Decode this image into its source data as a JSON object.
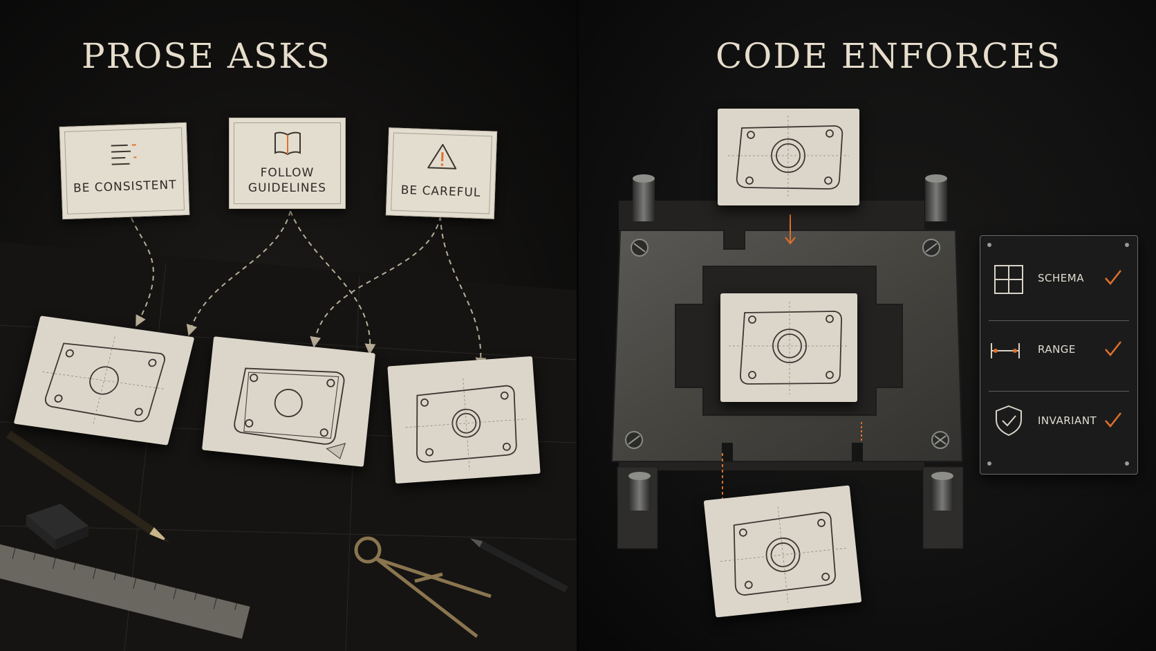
{
  "left_panel": {
    "title": "PROSE ASKS",
    "instruction_cards": [
      {
        "label": "BE CONSISTENT",
        "icon": "lines-icon"
      },
      {
        "label": "FOLLOW GUIDELINES",
        "icon": "book-icon"
      },
      {
        "label": "BE CAREFUL",
        "icon": "warning-icon"
      }
    ],
    "output_cards_count": 3
  },
  "right_panel": {
    "title": "CODE ENFORCES",
    "checks": [
      {
        "label": "SCHEMA",
        "icon": "grid-icon",
        "status": "check-icon"
      },
      {
        "label": "RANGE",
        "icon": "range-icon",
        "status": "check-icon"
      },
      {
        "label": "INVARIANT",
        "icon": "shield-check-icon",
        "status": "check-icon"
      }
    ]
  },
  "colors": {
    "background": "#0b0b0b",
    "title": "#e6ddcc",
    "card": "#e3ddd0",
    "accent_orange": "#e0702a",
    "steel": "#4a4947",
    "dashed_arrow": "#b8ad98"
  }
}
